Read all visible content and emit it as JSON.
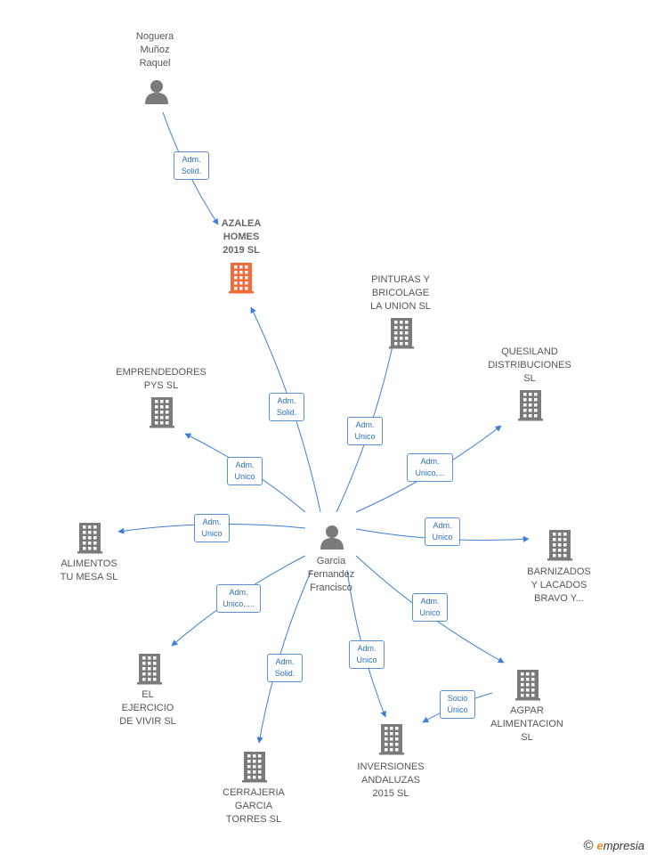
{
  "colors": {
    "edge": "#3d7fd6",
    "building": "#7a7a7a",
    "building_main": "#f26b3a",
    "person": "#7a7a7a"
  },
  "nodes": [
    {
      "id": "noguera",
      "label": "Noguera\nMuñoz\nRaquel",
      "icon": "person-icon"
    },
    {
      "id": "azalea",
      "label": "AZALEA\nHOMES\n2019  SL",
      "icon": "building-icon",
      "main": true
    },
    {
      "id": "pinturas",
      "label": "PINTURAS Y\nBRICOLAGE\nLA UNION  SL",
      "icon": "building-icon"
    },
    {
      "id": "quesiland",
      "label": "QUESILAND\nDISTRIBUCIONES\nSL",
      "icon": "building-icon"
    },
    {
      "id": "emprendedores",
      "label": "EMPRENDEDORES\nPYS SL",
      "icon": "building-icon"
    },
    {
      "id": "garcia",
      "label": "Garcia\nFernandez\nFrancisco",
      "icon": "person-icon"
    },
    {
      "id": "alimentos",
      "label": "ALIMENTOS\nTU MESA  SL",
      "icon": "building-icon"
    },
    {
      "id": "barnizados",
      "label": "BARNIZADOS\nY LACADOS\nBRAVO Y...",
      "icon": "building-icon"
    },
    {
      "id": "ejercicio",
      "label": "EL\nEJERCICIO\nDE VIVIR  SL",
      "icon": "building-icon"
    },
    {
      "id": "agpar",
      "label": "AGPAR\nALIMENTACION\nSL",
      "icon": "building-icon"
    },
    {
      "id": "inversiones",
      "label": "INVERSIONES\nANDALUZAS\n2015  SL",
      "icon": "building-icon"
    },
    {
      "id": "cerrajeria",
      "label": "CERRAJERIA\nGARCIA\nTORRES  SL",
      "icon": "building-icon"
    }
  ],
  "edges": [
    {
      "from": "noguera",
      "to": "azalea",
      "label": "Adm.\nSolid."
    },
    {
      "from": "garcia",
      "to": "azalea",
      "label": "Adm.\nSolid."
    },
    {
      "from": "garcia",
      "to": "pinturas",
      "label": "Adm.\nUnico"
    },
    {
      "from": "garcia",
      "to": "quesiland",
      "label": "Adm.\nUnico,..."
    },
    {
      "from": "garcia",
      "to": "emprendedores",
      "label": "Adm.\nUnico"
    },
    {
      "from": "garcia",
      "to": "alimentos",
      "label": "Adm.\nUnico"
    },
    {
      "from": "garcia",
      "to": "barnizados",
      "label": "Adm.\nUnico"
    },
    {
      "from": "garcia",
      "to": "ejercicio",
      "label": "Adm.\nUnico,...."
    },
    {
      "from": "garcia",
      "to": "agpar",
      "label": "Adm.\nUnico"
    },
    {
      "from": "garcia",
      "to": "inversiones",
      "label": "Adm.\nUnico"
    },
    {
      "from": "garcia",
      "to": "cerrajeria",
      "label": "Adm.\nSolid."
    },
    {
      "from": "agpar",
      "to": "inversiones",
      "label": "Socio\nÚnico"
    }
  ],
  "footer": {
    "copyright": "©",
    "brand_first": "e",
    "brand_rest": "mpresia"
  }
}
